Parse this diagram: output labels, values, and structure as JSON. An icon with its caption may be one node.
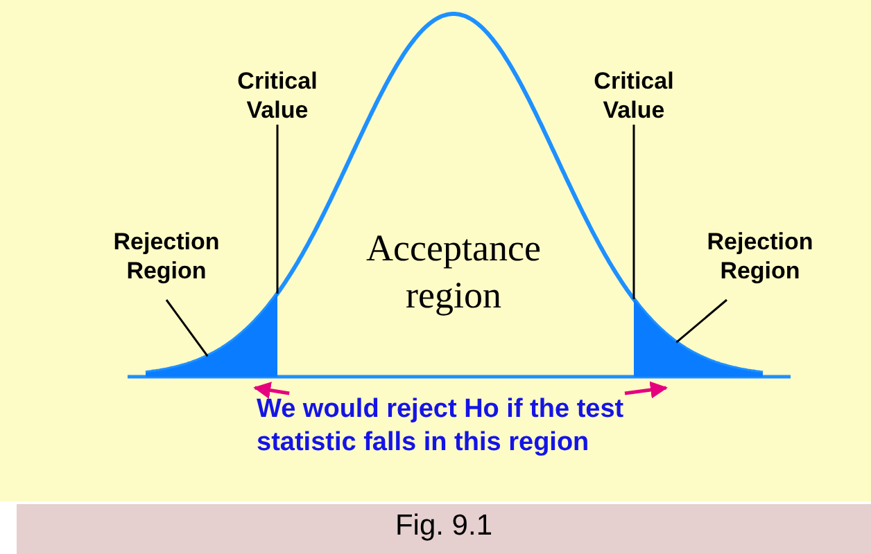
{
  "diagram": {
    "caption": "Fig. 9.1",
    "nodes": [
      {
        "text": [
          "Critical Value"
        ]
      },
      {
        "text": [
          "Rejection Region"
        ]
      },
      {
        "text": [],
        "shape": "area"
      },
      {
        "text": [
          "Critical Value"
        ]
      },
      {
        "text": [
          "Rejection Region"
        ]
      },
      {
        "text": [],
        "shape": "area"
      },
      {
        "text": [
          "We would reject Ho if the test statistic falls in this region"
        ]
      }
    ],
    "edges": [
      {
        "from": 0,
        "to": 2,
        "arrow": "none"
      },
      {
        "from": 1,
        "to": 2,
        "arrow": "none"
      },
      {
        "from": 3,
        "to": 5,
        "arrow": "none"
      },
      {
        "from": 4,
        "to": 5,
        "arrow": "none"
      },
      {
        "from": 6,
        "to": 2,
        "arrow": "to",
        "color": "#e6007e"
      },
      {
        "from": 6,
        "to": 5,
        "arrow": "to",
        "color": "#e6007e"
      }
    ],
    "labels": [
      "Acceptance region"
    ]
  }
}
